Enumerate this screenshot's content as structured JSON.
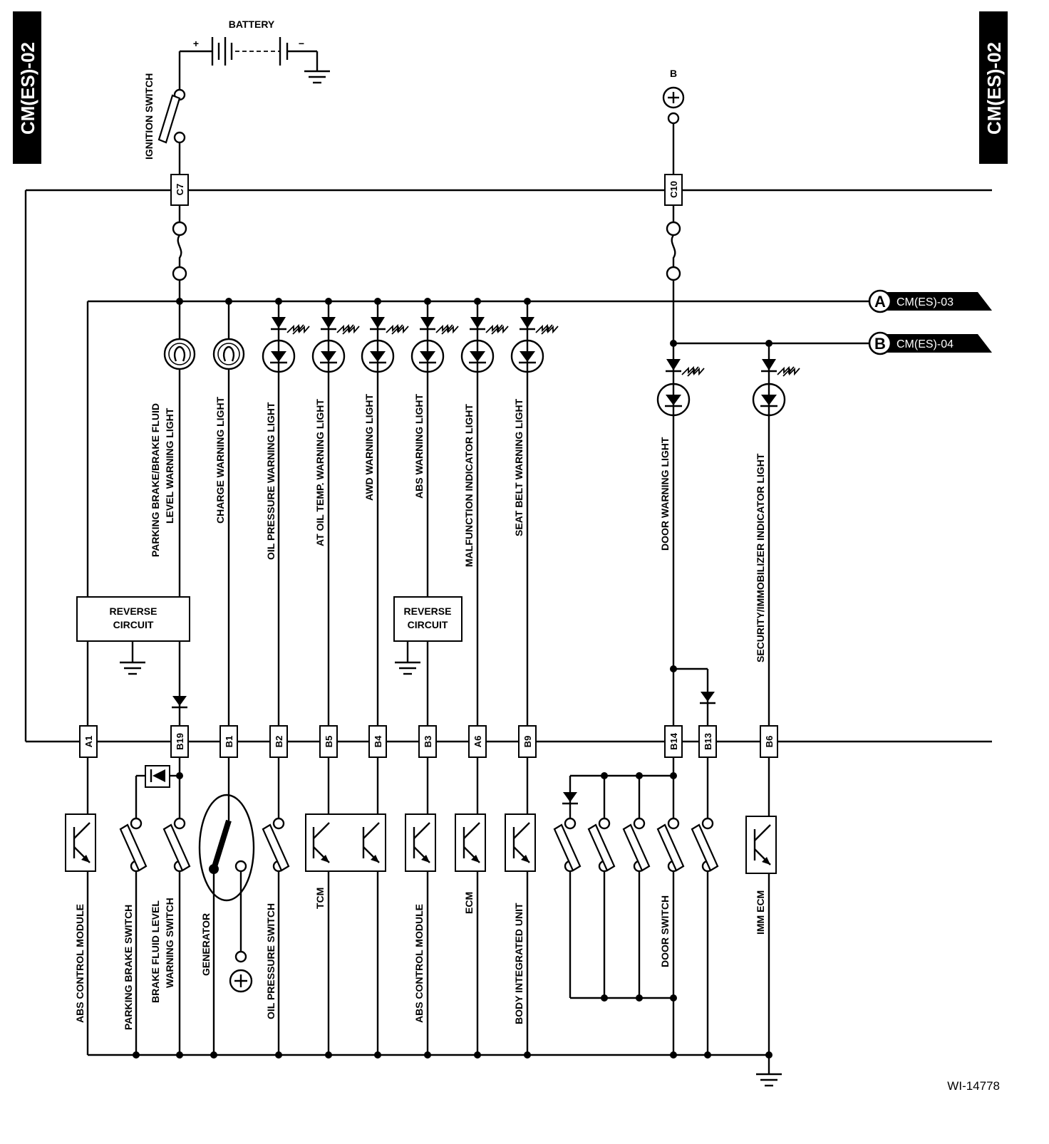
{
  "page_id": "CM(ES)-02",
  "figure_id": "WI-14778",
  "battery": {
    "label": "BATTERY",
    "plus": "+",
    "minus": "−"
  },
  "ignition_switch": "IGNITION SWITCH",
  "b_supply": "B",
  "fuse_connectors": {
    "ignition": "C7",
    "b": "C10"
  },
  "connector_refs": [
    {
      "letter": "A",
      "target": "CM(ES)-03"
    },
    {
      "letter": "B",
      "target": "CM(ES)-04"
    }
  ],
  "lights": [
    {
      "name": "PARKING BRAKE/BRAKE FLUID",
      "name2": "LEVEL WARNING LIGHT",
      "type": "bulb"
    },
    {
      "name": "CHARGE WARNING LIGHT",
      "type": "bulb"
    },
    {
      "name": "OIL PRESSURE WARNING LIGHT",
      "type": "led"
    },
    {
      "name": "AT OIL TEMP. WARNING LIGHT",
      "type": "led"
    },
    {
      "name": "AWD WARNING LIGHT",
      "type": "led"
    },
    {
      "name": "ABS WARNING LIGHT",
      "type": "led"
    },
    {
      "name": "MALFUNCTION INDICATOR LIGHT",
      "type": "led"
    },
    {
      "name": "SEAT BELT WARNING LIGHT",
      "type": "led"
    },
    {
      "name": "DOOR WARNING LIGHT",
      "type": "led"
    },
    {
      "name": "SECURITY/IMMOBILIZER INDICATOR LIGHT",
      "type": "led"
    }
  ],
  "reverse_circuit": {
    "line1": "REVERSE",
    "line2": "CIRCUIT"
  },
  "terminals": [
    "A1",
    "B19",
    "B1",
    "B2",
    "B5",
    "B4",
    "B3",
    "A6",
    "B9",
    "B14",
    "B13",
    "B6"
  ],
  "components": {
    "abs_module_1": "ABS CONTROL MODULE",
    "parking_brake_switch": "PARKING BRAKE SWITCH",
    "brake_fluid_switch_1": "BRAKE FLUID LEVEL",
    "brake_fluid_switch_2": "WARNING SWITCH",
    "generator": "GENERATOR",
    "oil_pressure_switch": "OIL PRESSURE SWITCH",
    "tcm": "TCM",
    "abs_module_2": "ABS CONTROL MODULE",
    "ecm": "ECM",
    "body_integrated_unit": "BODY INTEGRATED UNIT",
    "door_switch": "DOOR SWITCH",
    "imm_ecm": "IMM ECM"
  }
}
